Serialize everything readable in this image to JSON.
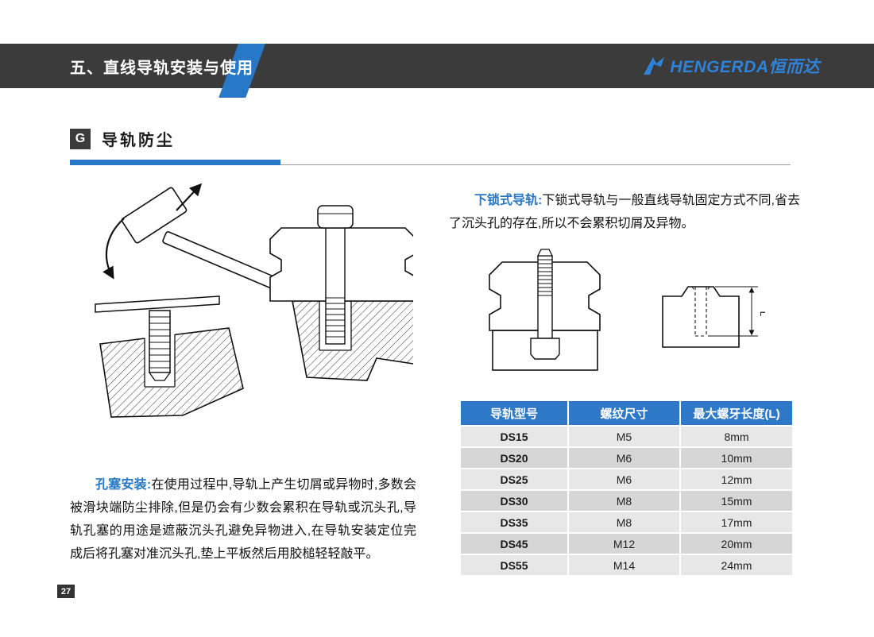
{
  "header": {
    "title": "五、直线导轨安装与使用",
    "logo_text": "HENGERDA恒而达"
  },
  "section": {
    "marker": "G",
    "title": "导轨防尘"
  },
  "paragraphs": {
    "bottom_lock": {
      "lead": "下锁式导轨:",
      "text": "下锁式导轨与一般直线导轨固定方式不同,省去了沉头孔的存在,所以不会累积切屑及异物。"
    },
    "plug_install": {
      "lead": "孔塞安装:",
      "text": "在使用过程中,导轨上产生切屑或异物时,多数会被滑块端防尘排除,但是仍会有少数会累积在导轨或沉头孔,导轨孔塞的用途是遮蔽沉头孔避免异物进入,在导轨安装定位完成后将孔塞对准沉头孔,垫上平板然后用胶槌轻轻敲平。"
    }
  },
  "table": {
    "headers": [
      "导轨型号",
      "螺纹尺寸",
      "最大螺牙长度(L)"
    ],
    "rows": [
      [
        "DS15",
        "M5",
        "8mm"
      ],
      [
        "DS20",
        "M6",
        "10mm"
      ],
      [
        "DS25",
        "M6",
        "12mm"
      ],
      [
        "DS30",
        "M8",
        "15mm"
      ],
      [
        "DS35",
        "M8",
        "17mm"
      ],
      [
        "DS45",
        "M12",
        "20mm"
      ],
      [
        "DS55",
        "M14",
        "24mm"
      ]
    ]
  },
  "diagram": {
    "dimension_label": "L"
  },
  "page_number": "27",
  "colors": {
    "accent": "#2878c8",
    "bar": "#3b3b3b",
    "table_header": "#2e78c8"
  }
}
